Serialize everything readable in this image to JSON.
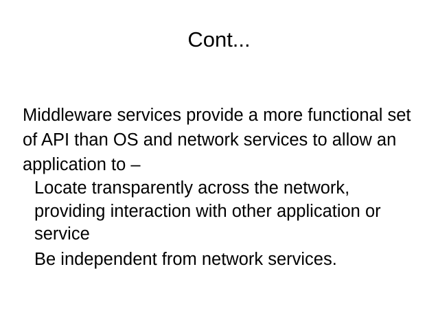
{
  "slide": {
    "title": "Cont...",
    "body": {
      "intro": "Middleware services provide a more functional set of API than OS and network services to allow an application to –",
      "sub_items": [
        "Locate transparently across the network, providing interaction with other application or service",
        "Be independent from network services."
      ]
    }
  },
  "colors": {
    "background": "#ffffff",
    "text": "#000000"
  }
}
